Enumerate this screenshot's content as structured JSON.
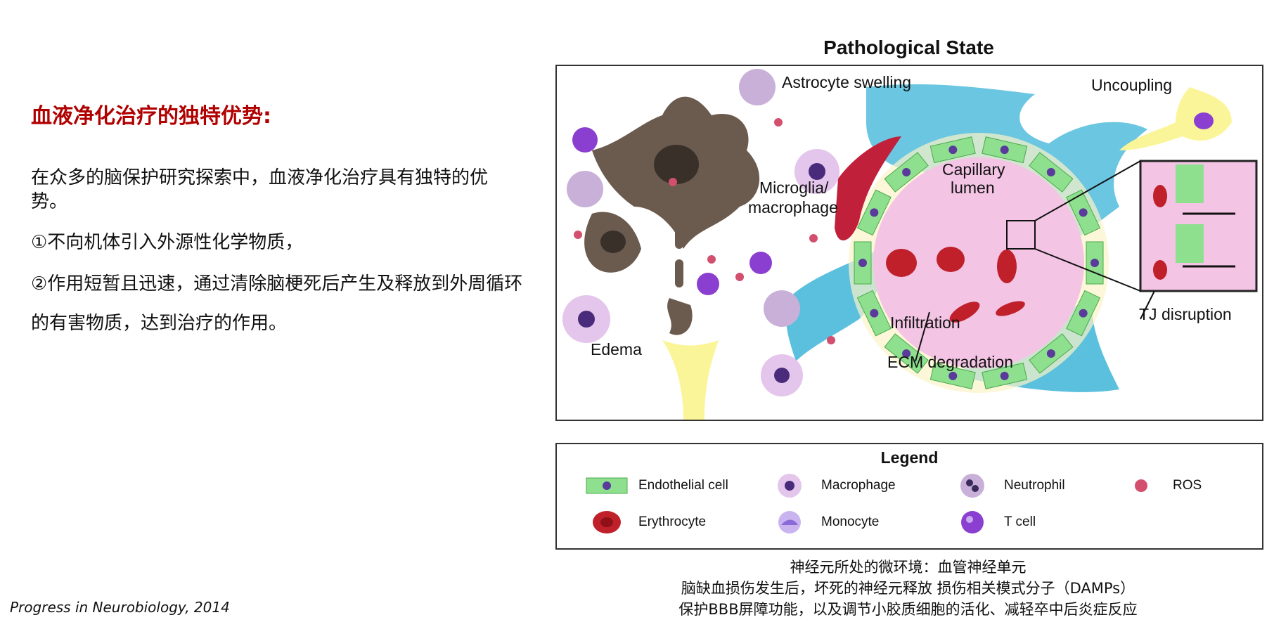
{
  "left": {
    "heading": "血液净化治疗的独特优势:",
    "paragraphs": [
      "在众多的脑保护研究探索中，血液净化治疗具有独特的优势。",
      "①不向机体引入外源性化学物质，",
      "②作用短暂且迅速，通过清除脑梗死后产生及释放到外周循环的有害物质，达到治疗的作用。"
    ],
    "citation": "Progress in Neurobiology, 2014"
  },
  "figure": {
    "title": "Pathological State",
    "labels": {
      "astrocyte": "Astrocyte swelling",
      "uncoupling": "Uncoupling",
      "capillary1": "Capillary",
      "capillary2": "lumen",
      "microglia1": "Microglia/",
      "microglia2": "macrophage",
      "infiltration": "Infiltration",
      "tj": "TJ disruption",
      "edema": "Edema",
      "ecm": "ECM degradation"
    }
  },
  "legend": {
    "title": "Legend",
    "items": [
      {
        "label": "Endothelial cell",
        "icon": "endothelial-icon"
      },
      {
        "label": "Macrophage",
        "icon": "macrophage-icon"
      },
      {
        "label": "Neutrophil",
        "icon": "neutrophil-icon"
      },
      {
        "label": "ROS",
        "icon": "ros-icon"
      },
      {
        "label": "Erythrocyte",
        "icon": "erythrocyte-icon"
      },
      {
        "label": "Monocyte",
        "icon": "monocyte-icon"
      },
      {
        "label": "T cell",
        "icon": "tcell-icon"
      }
    ]
  },
  "caption": [
    "神经元所处的微环境：血管神经单元",
    "脑缺血损伤发生后，坏死的神经元释放 损伤相关模式分子（DAMPs）",
    "保护BBB屏障功能，以及调节小胶质细胞的活化、减轻卒中后炎症反应"
  ],
  "colors": {
    "heading": "#b00000",
    "endothelial": "#8ee08e",
    "erythrocyte": "#c0202a",
    "lumen": "#f3c4e4",
    "astrocyte": "#5bc0de",
    "neuron": "#6b5a4e",
    "tcell": "#8a3fd0",
    "ros": "#d2506e"
  }
}
